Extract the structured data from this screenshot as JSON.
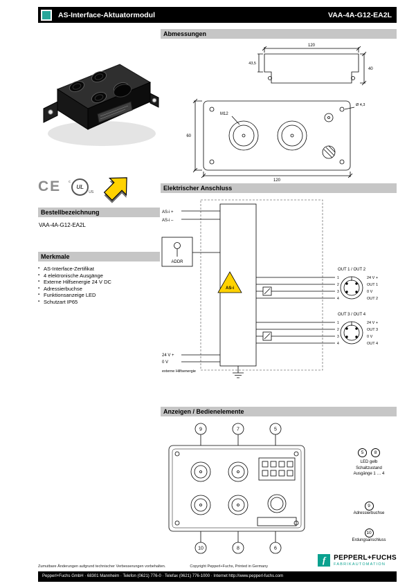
{
  "header": {
    "title": "AS-Interface-Aktuatormodul",
    "part_number": "VAA-4A-G12-EA2L"
  },
  "certs": {
    "ce": "CE",
    "ul": "UL",
    "ul_c": "c",
    "ul_us": "US"
  },
  "order": {
    "heading": "Bestellbezeichnung",
    "value": "VAA-4A-G12-EA2L"
  },
  "features": {
    "heading": "Merkmale",
    "items": [
      "AS-Interface-Zertifikat",
      "4 elektronische Ausgänge",
      "Externe Hilfsenergie 24 V DC",
      "Adressierbuchse",
      "Funktionsanzeige LED",
      "Schutzart IP65"
    ]
  },
  "sections": {
    "dimensions": "Abmessungen",
    "connection": "Elektrischer Anschluss",
    "indicators": "Anzeigen / Bedienelemente"
  },
  "dimensions": {
    "width": "120",
    "height": "60",
    "depth": "40",
    "flange": "43,5",
    "hole": "Ø 4,3",
    "thread": "M12"
  },
  "connection": {
    "asi_plus": "AS-i +",
    "asi_minus": "AS-i –",
    "addr": "ADDR",
    "tri": "AS-i",
    "g1_label": "OUT 1 / OUT 2",
    "g2_label": "OUT 3 / OUT 4",
    "pins": [
      "1",
      "2",
      "3",
      "4"
    ],
    "g1_signals": [
      "24 V +",
      "OUT 1",
      "0 V",
      "OUT 2"
    ],
    "g2_signals": [
      "24 V +",
      "OUT 3",
      "0 V",
      "OUT 4"
    ],
    "aux_plus": "24 V +",
    "aux_minus": "0 V",
    "aux_note": "externe Hilfsenergie"
  },
  "indicators": {
    "callouts_top": [
      "9",
      "7",
      "5"
    ],
    "callouts_bottom": [
      "10",
      "8",
      "6"
    ],
    "legend1_nums": [
      "5",
      "8"
    ],
    "legend1_lines": [
      "LED gelb",
      "Schaltzustand",
      "Ausgänge 1 … 4"
    ],
    "legend2_num": "9",
    "legend2_text": "Adressierbuchse",
    "legend3_num": "10",
    "legend3_text": "Erdungsanschluss"
  },
  "footer": {
    "note_left": "Zumutbare Änderungen aufgrund technischer Verbesserungen vorbehalten.",
    "note_right": "Copyright Pepperl+Fuchs, Printed in Germany",
    "contact": "Pepperl+Fuchs GmbH · 68301 Mannheim · Telefon (0621) 776-0 · Telefax (0621) 776-1000 · Internet http://www.pepperl-fuchs.com",
    "brand_f": "f",
    "brand": "PEPPERL+FUCHS",
    "brand_sub": "FABRIKAUTOMATION"
  },
  "colors": {
    "accent_teal": "#27a79a",
    "asi_yellow": "#ffd200",
    "header_gray": "#c6c6c6"
  }
}
